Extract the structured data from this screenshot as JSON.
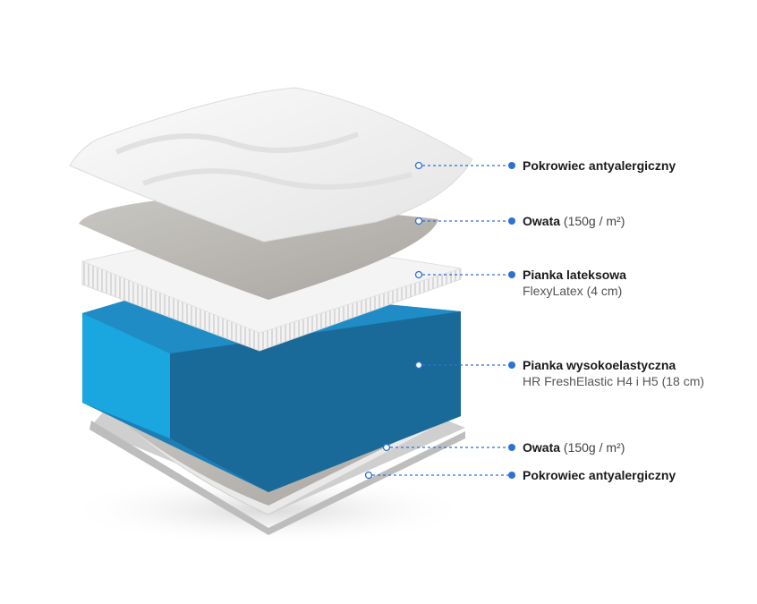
{
  "layers": [
    {
      "title": "Pokrowiec antyalergiczny",
      "detail": "",
      "sub": ""
    },
    {
      "title": "Owata",
      "detail": "(150g / m²)",
      "sub": ""
    },
    {
      "title": "Pianka lateksowa",
      "detail": "",
      "sub": "FlexyLatex (4 cm)"
    },
    {
      "title": "Pianka wysokoelastyczna",
      "detail": "",
      "sub": "HR FreshElastic H4 i H5 (18 cm)"
    },
    {
      "title": "Owata",
      "detail": "(150g / m²)",
      "sub": ""
    },
    {
      "title": "Pokrowiec antyalergiczny",
      "detail": "",
      "sub": ""
    }
  ],
  "colors": {
    "leader": "#2f6fd6",
    "foam_light": "#1aa3dc",
    "foam_dark": "#1a6a99"
  }
}
